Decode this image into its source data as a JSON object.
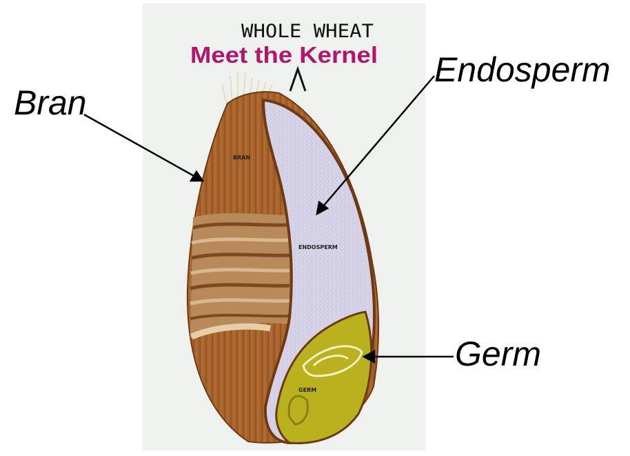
{
  "poster": {
    "handwritten_note": "WHOLE WHEAT",
    "title": "Meet the Kernel",
    "title_color": "#b0176c",
    "background_color": "#eef1ee"
  },
  "inner_labels": {
    "bran": "BRAN",
    "endosperm": "ENDOSPERM",
    "germ": "GERM"
  },
  "callouts": {
    "bran": "Bran",
    "endosperm": "Endosperm",
    "germ": "Germ"
  },
  "colors": {
    "bran": "#a8642c",
    "endosperm": "#d8d4e8",
    "germ": "#b9b21e"
  }
}
